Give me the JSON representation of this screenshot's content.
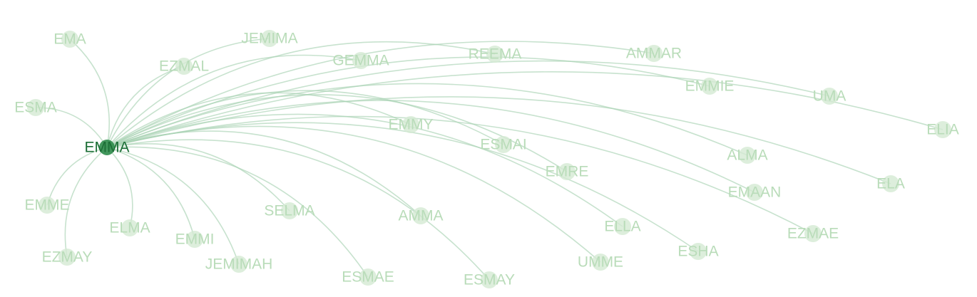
{
  "graph": {
    "center": {
      "id": "EMMA",
      "label": "EMMA"
    },
    "nodes": [
      {
        "id": "EMA",
        "label": "EMA"
      },
      {
        "id": "JEMIMA",
        "label": "JEMIMA"
      },
      {
        "id": "EZMAL",
        "label": "EZMAL"
      },
      {
        "id": "GEMMA",
        "label": "GEMMA"
      },
      {
        "id": "REEMA",
        "label": "REEMA"
      },
      {
        "id": "AMMAR",
        "label": "AMMAR"
      },
      {
        "id": "EMMIE",
        "label": "EMMIE"
      },
      {
        "id": "UMA",
        "label": "UMA"
      },
      {
        "id": "ELIA",
        "label": "ELIA"
      },
      {
        "id": "ESMA",
        "label": "ESMA"
      },
      {
        "id": "EMMY",
        "label": "EMMY"
      },
      {
        "id": "ESMAI",
        "label": "ESMAI"
      },
      {
        "id": "EMRE",
        "label": "EMRE"
      },
      {
        "id": "ALMA",
        "label": "ALMA"
      },
      {
        "id": "EMAAN",
        "label": "EMAAN"
      },
      {
        "id": "ELA",
        "label": "ELA"
      },
      {
        "id": "EMME",
        "label": "EMME"
      },
      {
        "id": "ELMA",
        "label": "ELMA"
      },
      {
        "id": "EMMI",
        "label": "EMMI"
      },
      {
        "id": "SELMA",
        "label": "SELMA"
      },
      {
        "id": "AMMA",
        "label": "AMMA"
      },
      {
        "id": "ELLA",
        "label": "ELLA"
      },
      {
        "id": "EZMAE",
        "label": "EZMAE"
      },
      {
        "id": "EZMAY",
        "label": "EZMAY"
      },
      {
        "id": "JEMIMAH",
        "label": "JEMIMAH"
      },
      {
        "id": "ESMAE",
        "label": "ESMAE"
      },
      {
        "id": "ESMAY",
        "label": "ESMAY"
      },
      {
        "id": "UMME",
        "label": "UMME"
      },
      {
        "id": "ESHA",
        "label": "ESHA"
      }
    ],
    "edges": [
      [
        "EMMA",
        "EMA"
      ],
      [
        "EMMA",
        "JEMIMA"
      ],
      [
        "EMMA",
        "EZMAL"
      ],
      [
        "EMMA",
        "GEMMA"
      ],
      [
        "EMMA",
        "REEMA"
      ],
      [
        "EMMA",
        "AMMAR"
      ],
      [
        "EMMA",
        "EMMIE"
      ],
      [
        "EMMA",
        "UMA"
      ],
      [
        "EMMA",
        "ELIA"
      ],
      [
        "EMMA",
        "ESMA"
      ],
      [
        "EMMA",
        "EMMY"
      ],
      [
        "EMMA",
        "ESMAI"
      ],
      [
        "EMMA",
        "EMRE"
      ],
      [
        "EMMA",
        "ALMA"
      ],
      [
        "EMMA",
        "EMAAN"
      ],
      [
        "EMMA",
        "ELA"
      ],
      [
        "EMMA",
        "EMME"
      ],
      [
        "EMMA",
        "ELMA"
      ],
      [
        "EMMA",
        "EMMI"
      ],
      [
        "EMMA",
        "SELMA"
      ],
      [
        "EMMA",
        "AMMA"
      ],
      [
        "EMMA",
        "ELLA"
      ],
      [
        "EMMA",
        "EZMAE"
      ],
      [
        "EMMA",
        "EZMAY"
      ],
      [
        "EMMA",
        "JEMIMAH"
      ],
      [
        "EMMA",
        "ESMAE"
      ],
      [
        "EMMA",
        "ESMAY"
      ],
      [
        "EMMA",
        "UMME"
      ],
      [
        "EMMA",
        "ESHA"
      ]
    ],
    "colors": {
      "center_node": "#2e8b4a",
      "center_label": "#1b6e35",
      "node": "#d5ead3",
      "label": "#b9dcb9",
      "edge": "#a9d3b3"
    }
  }
}
